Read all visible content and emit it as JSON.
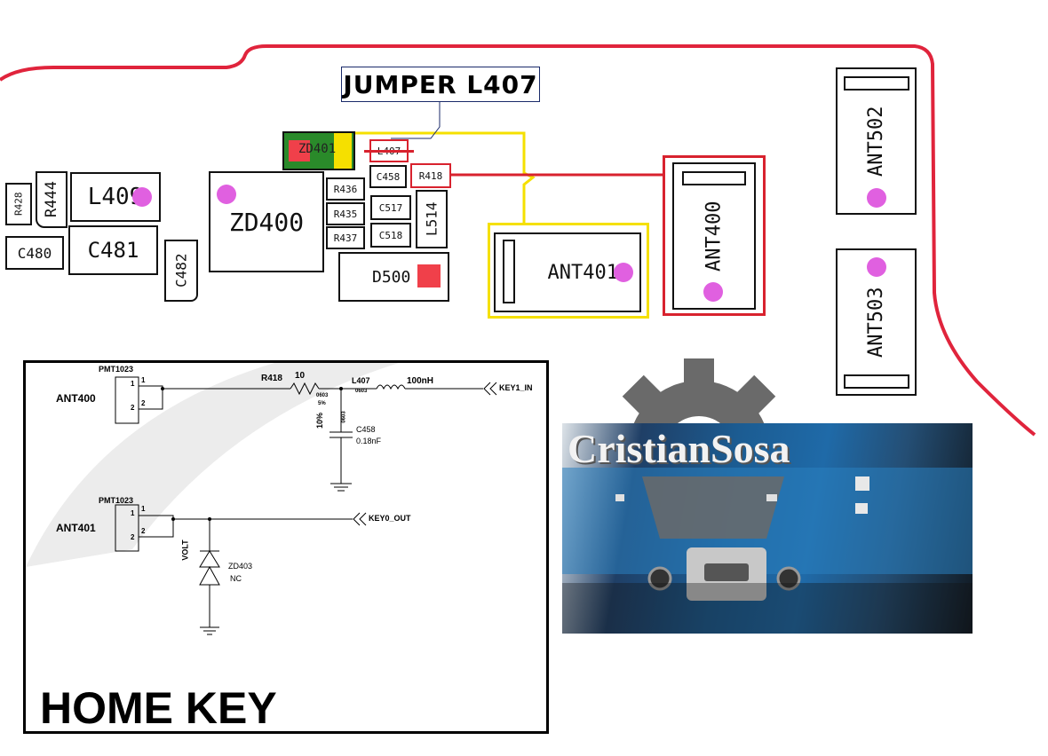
{
  "jumper_label": "JUMPER  L407",
  "components": {
    "r428": "R428",
    "r444": "R444",
    "l409": "L409",
    "c480": "C480",
    "c481": "C481",
    "c482": "C482",
    "zd400": "ZD400",
    "zd401": "ZD401",
    "l407": "L407",
    "c458": "C458",
    "r418": "R418",
    "r436": "R436",
    "r435": "R435",
    "r437": "R437",
    "c517": "C517",
    "c518": "C518",
    "l514": "L514",
    "d500": "D500",
    "ant401": "ANT401",
    "ant400": "ANT400",
    "ant502": "ANT502",
    "ant503": "ANT503"
  },
  "schematic": {
    "title": "HOME KEY",
    "ant400": {
      "part": "PMT1023",
      "name": "ANT400",
      "pin1": "1",
      "pin2": "2",
      "pin1_net": "1",
      "pin2_net": "2"
    },
    "ant401": {
      "part": "PMT1023",
      "name": "ANT401",
      "pin1": "1",
      "pin2": "2",
      "pin1_net": "1",
      "pin2_net": "2"
    },
    "r418": {
      "name": "R418",
      "value": "10",
      "pkg": "0603",
      "tol": "5%"
    },
    "l407": {
      "name": "L407",
      "pkg": "0603",
      "value": "100nH"
    },
    "c458": {
      "name": "C458",
      "value": "0.18nF",
      "pkg": "0603",
      "tol": "10%"
    },
    "zd403": {
      "name": "ZD403",
      "value": "NC",
      "rating": "VOLT"
    },
    "key1": "KEY1_IN",
    "key0": "KEY0_OUT"
  },
  "watermark": "CristianSosa",
  "colors": {
    "board_edge": "#e0243c",
    "jumper": "#f5e000",
    "highlight": "#d8222e",
    "marker": "#e060e0"
  }
}
